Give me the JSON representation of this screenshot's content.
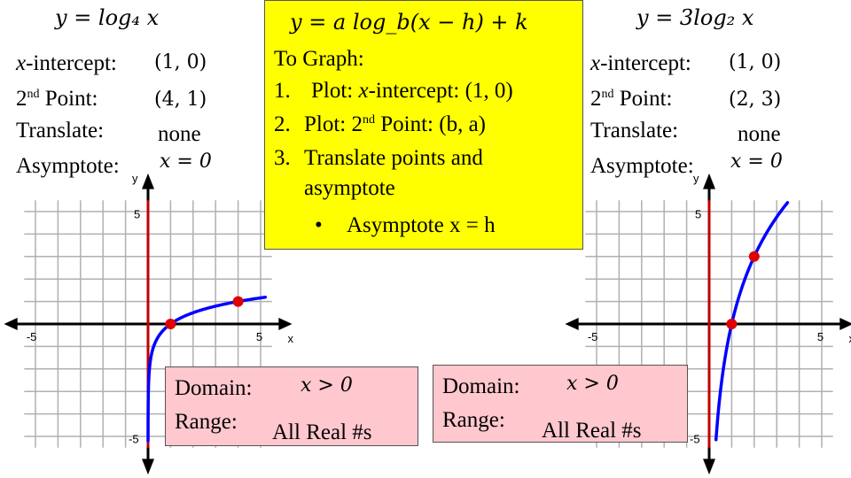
{
  "left": {
    "equation": "y = log₄ x",
    "x_intercept": {
      "label_var": "x",
      "label_rest": "-intercept:",
      "value": "(1, 0)"
    },
    "second_point": {
      "label_pre": "2",
      "label_sup": "nd",
      "label_post": " Point:",
      "value": "(4, 1)"
    },
    "translate": {
      "label": "Translate:",
      "value": "none"
    },
    "asymptote": {
      "label": "Asymptote:",
      "value": "x = 0"
    },
    "graph": {
      "axis_labels": {
        "x": "x",
        "y": "y"
      },
      "ticks": {
        "x_neg": "-5",
        "x_pos": "5",
        "y_pos": "5",
        "y_neg": "-5"
      },
      "points": [
        {
          "x": 1,
          "y": 0
        },
        {
          "x": 4,
          "y": 1
        }
      ],
      "function": {
        "a": 1,
        "b": 4,
        "h": 0,
        "k": 0
      },
      "curve_color": "#0000ff",
      "point_color": "#e00000",
      "asymptote_color": "#c00000"
    },
    "domain_box": {
      "domain_label": "Domain:",
      "domain_value": "x > 0",
      "range_label": "Range:",
      "range_value": "All Real #s"
    }
  },
  "center": {
    "equation": "y = a log_b(x − h) + k",
    "title": "To Graph:",
    "steps": [
      {
        "num": "1.",
        "text_pre": "Plot: ",
        "text_var": "x",
        "text_post": "-intercept: (1, 0)"
      },
      {
        "num": "2.",
        "text_pre": "Plot: 2",
        "text_sup": "nd",
        "text_post": " Point:  (b, a)"
      },
      {
        "num": "3.",
        "line1": "Translate points and",
        "line2": "asymptote"
      }
    ],
    "bullet": "Asymptote   x = h",
    "box_color": "#ffff00"
  },
  "right": {
    "equation": "y = 3log₂ x",
    "x_intercept": {
      "label_var": "x",
      "label_rest": "-intercept:",
      "value": "(1, 0)"
    },
    "second_point": {
      "label_pre": "2",
      "label_sup": "nd",
      "label_post": " Point:",
      "value": "(2, 3)"
    },
    "translate": {
      "label": "Translate:",
      "value": "none"
    },
    "asymptote": {
      "label": "Asymptote:",
      "value": "x = 0"
    },
    "graph": {
      "axis_labels": {
        "x": "x",
        "y": "y"
      },
      "ticks": {
        "x_neg": "-5",
        "x_pos": "5",
        "y_pos": "5",
        "y_neg": "-5"
      },
      "points": [
        {
          "x": 1,
          "y": 0
        },
        {
          "x": 2,
          "y": 3
        }
      ],
      "function": {
        "a": 3,
        "b": 2,
        "h": 0,
        "k": 0
      },
      "curve_color": "#0000ff",
      "point_color": "#e00000",
      "asymptote_color": "#c00000"
    },
    "domain_box": {
      "domain_label": "Domain:",
      "domain_value": "x > 0",
      "range_label": "Range:",
      "range_value": "All Real #s"
    }
  },
  "pink_color": "#ffc7ce"
}
